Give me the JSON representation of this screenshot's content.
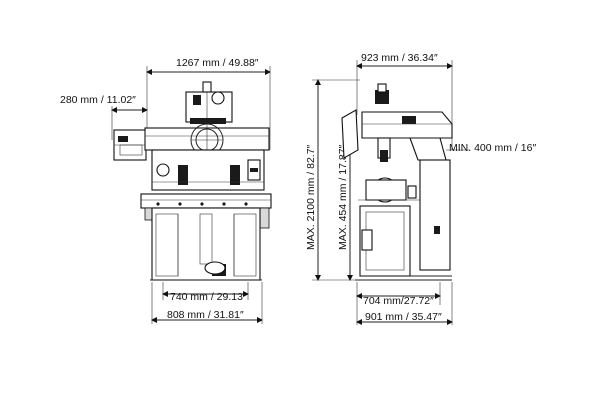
{
  "dimensions": {
    "front_width": "1267 mm / 49.88″",
    "side_offset": "280 mm / 11.02″",
    "table_width": "740 mm / 29.13″",
    "base_width": "808 mm / 31.81″",
    "max_height": "MAX. 2100 mm / 82.7″",
    "side_depth": "923 mm / 36.34″",
    "min_height": "MIN. 400 mm / 16″",
    "max_table_height": "MAX. 454 mm / 17.87″",
    "side_base_depth": "704 mm/27.72″",
    "side_total_depth": "901 mm / 35.47″"
  }
}
